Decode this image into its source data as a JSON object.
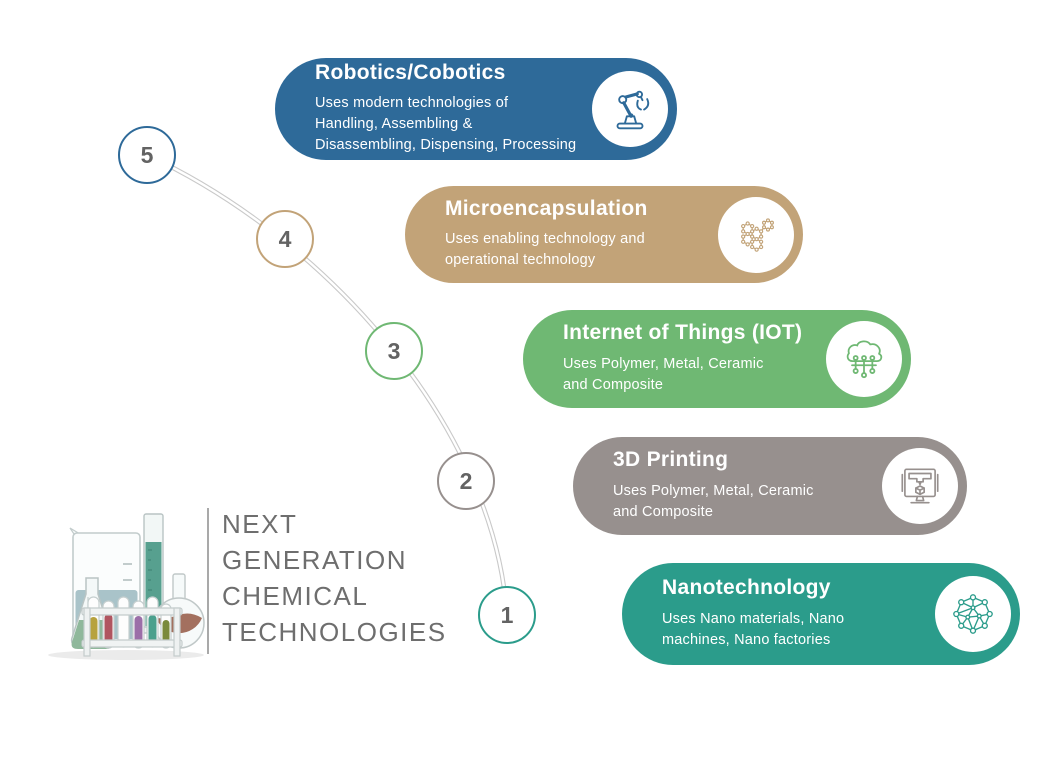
{
  "brand": {
    "title": "NEXT\nGENERATION\nCHEMICAL\nTECHNOLOGIES",
    "title_color": "#6e6e6e",
    "illustration": "lab-glassware"
  },
  "timeline": {
    "line_color": "#c9c9c9",
    "number_color": "#636363",
    "steps": [
      "5",
      "4",
      "3",
      "2",
      "1"
    ]
  },
  "items": [
    {
      "number": "5",
      "title": "Robotics/Cobotics",
      "description": "Uses modern technologies of\nHandling, Assembling &\nDisassembling, Dispensing, Processing",
      "color": "#2e6a99",
      "icon": "robotic-arm-icon"
    },
    {
      "number": "4",
      "title": "Microencapsulation",
      "description": "Uses enabling technology and\noperational technology",
      "color": "#c2a378",
      "icon": "molecule-cluster-icon"
    },
    {
      "number": "3",
      "title": "Internet of Things (IOT)",
      "description": "Uses Polymer, Metal, Ceramic\nand Composite",
      "color": "#6fb873",
      "icon": "iot-cloud-icon"
    },
    {
      "number": "2",
      "title": "3D Printing",
      "description": "Uses Polymer, Metal, Ceramic\nand Composite",
      "color": "#97908e",
      "icon": "3d-printer-icon"
    },
    {
      "number": "1",
      "title": "Nanotechnology",
      "description": "Uses Nano materials, Nano\nmachines, Nano factories",
      "color": "#2b9c8b",
      "icon": "nano-network-icon"
    }
  ]
}
